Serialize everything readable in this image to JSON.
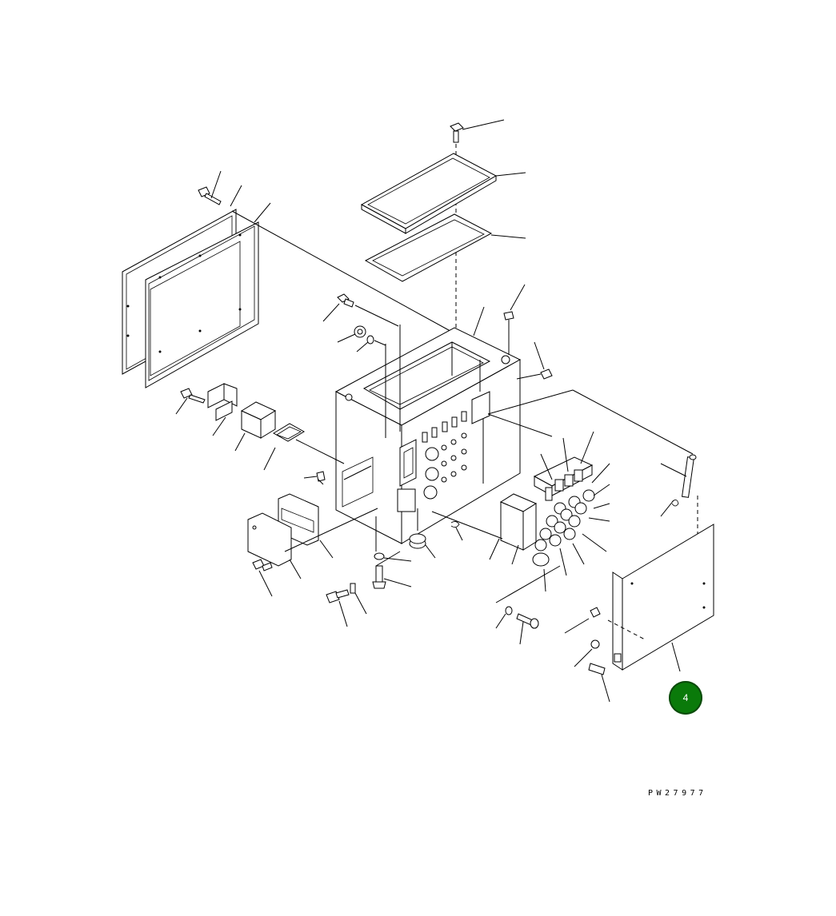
{
  "diagram": {
    "drawing_number": "PW27977",
    "callout": {
      "label": "4",
      "color": "#0a7a0a"
    },
    "icons": [
      "exploded-parts-diagram"
    ]
  }
}
